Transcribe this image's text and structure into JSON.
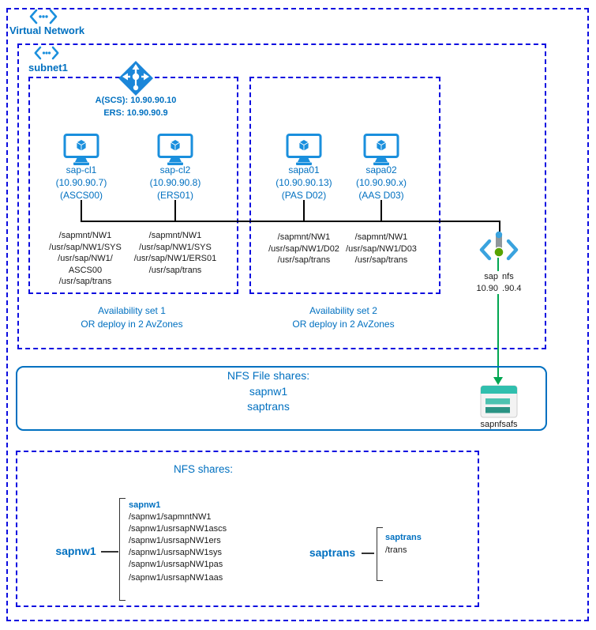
{
  "colors": {
    "dashed_border_blue": "#0d0de0",
    "text_blue": "#0070c0",
    "azure_icon_blue": "#1a8fdd",
    "solid_box_border_blue": "#0070c0",
    "green_connector": "#00a651",
    "storage_teal": "#30bfae"
  },
  "virtual_network": {
    "label": "Virtual Network"
  },
  "subnet": {
    "label": "subnet1"
  },
  "load_balancer": {
    "frontend_line1": "A(SCS): 10.90.90.10",
    "frontend_line2": "ERS: 10.90.90.9"
  },
  "vms": [
    {
      "name": "sap-cl1",
      "ip": "(10.90.90.7)",
      "role": "(ASCS00)",
      "mounts": [
        "/sapmnt/NW1",
        "/usr/sap/NW1/SYS",
        "/usr/sap/NW1/",
        "ASCS00",
        "/usr/sap/trans"
      ]
    },
    {
      "name": "sap-cl2",
      "ip": "(10.90.90.8)",
      "role": "(ERS01)",
      "mounts": [
        "/sapmnt/NW1",
        "/usr/sap/NW1/SYS",
        "/usr/sap/NW1/ERS01",
        "/usr/sap/trans"
      ]
    },
    {
      "name": "sapa01",
      "ip": "(10.90.90.13)",
      "role": "(PAS D02)",
      "mounts": [
        "/sapmnt/NW1",
        "/usr/sap/NW1/D02",
        "/usr/sap/trans"
      ]
    },
    {
      "name": "sapa02",
      "ip": "(10.90.90.x)",
      "role": "(AAS D03)",
      "mounts": [
        "/sapmnt/NW1",
        "/usr/sap/NW1/D03",
        "/usr/sap/trans"
      ]
    }
  ],
  "availability_sets": [
    {
      "line1": "Availability set 1",
      "line2": "OR deploy in 2 AvZones"
    },
    {
      "line1": "Availability set 2",
      "line2": "OR deploy in 2 AvZones"
    }
  ],
  "private_endpoint": {
    "name_left": "sap",
    "name_right": "nfs",
    "ip_left": "10.90",
    "ip_right": ".90.4"
  },
  "nfs_file_shares": {
    "title": "NFS File shares:",
    "share1": "sapnw1",
    "share2": "saptrans",
    "storage_account": "sapnfsafs"
  },
  "nfs_shares": {
    "title": "NFS shares:",
    "groups": [
      {
        "name": "sapnw1",
        "header": "sapnw1",
        "paths": [
          "/sapnw1/sapmntNW1",
          "/sapnw1/usrsapNW1ascs",
          "/sapnw1/usrsapNW1ers",
          "/sapnw1/usrsapNW1sys",
          "/sapnw1/usrsapNW1pas",
          "/sapnw1/usrsapNW1aas"
        ]
      },
      {
        "name": "saptrans",
        "header": "saptrans",
        "paths": [
          "/trans"
        ]
      }
    ]
  }
}
